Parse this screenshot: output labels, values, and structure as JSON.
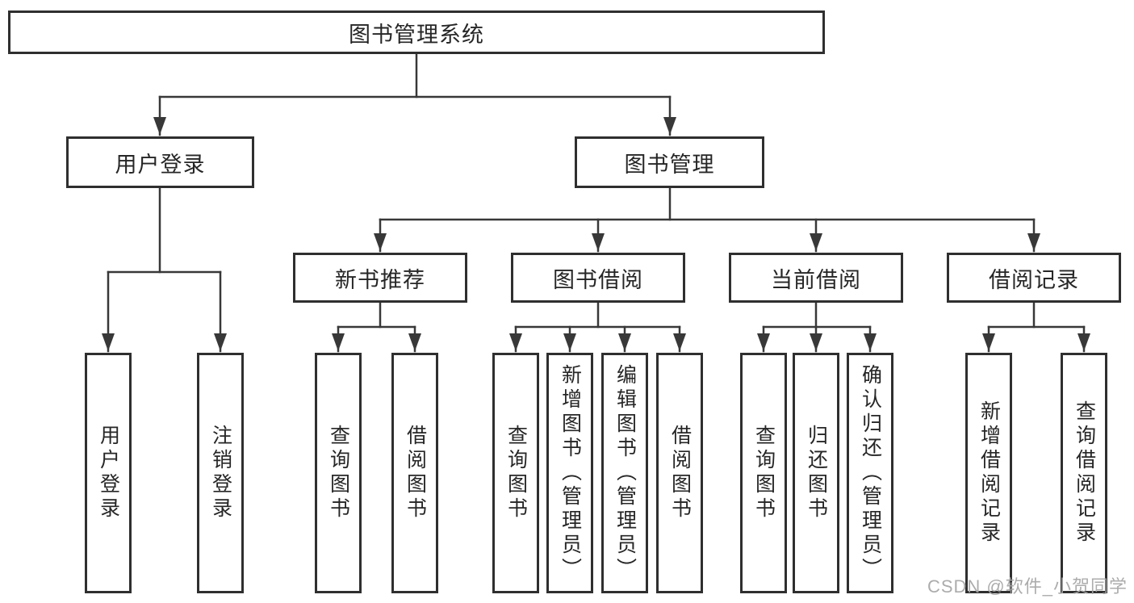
{
  "diagram_title": "图书管理系统",
  "tree": {
    "label": "图书管理系统",
    "children": [
      {
        "label": "用户登录",
        "children": [
          {
            "label": "用户登录"
          },
          {
            "label": "注销登录"
          }
        ]
      },
      {
        "label": "图书管理",
        "children": [
          {
            "label": "新书推荐",
            "children": [
              {
                "label": "查询图书"
              },
              {
                "label": "借阅图书"
              }
            ]
          },
          {
            "label": "图书借阅",
            "children": [
              {
                "label": "查询图书"
              },
              {
                "label": "新增图书（管理员）"
              },
              {
                "label": "编辑图书（管理员）"
              },
              {
                "label": "借阅图书"
              }
            ]
          },
          {
            "label": "当前借阅",
            "children": [
              {
                "label": "查询图书"
              },
              {
                "label": "归还图书"
              },
              {
                "label": "确认归还（管理员）"
              }
            ]
          },
          {
            "label": "借阅记录",
            "children": [
              {
                "label": "新增借阅记录"
              },
              {
                "label": "查询借阅记录"
              }
            ]
          }
        ]
      }
    ]
  },
  "watermark": {
    "text": "CSDN @软件_小贺同学"
  },
  "colors": {
    "line": "#383838",
    "box_border": "#2f2f2f",
    "text": "#262626",
    "watermark": "#a5a5a5",
    "background": "#ffffff"
  }
}
